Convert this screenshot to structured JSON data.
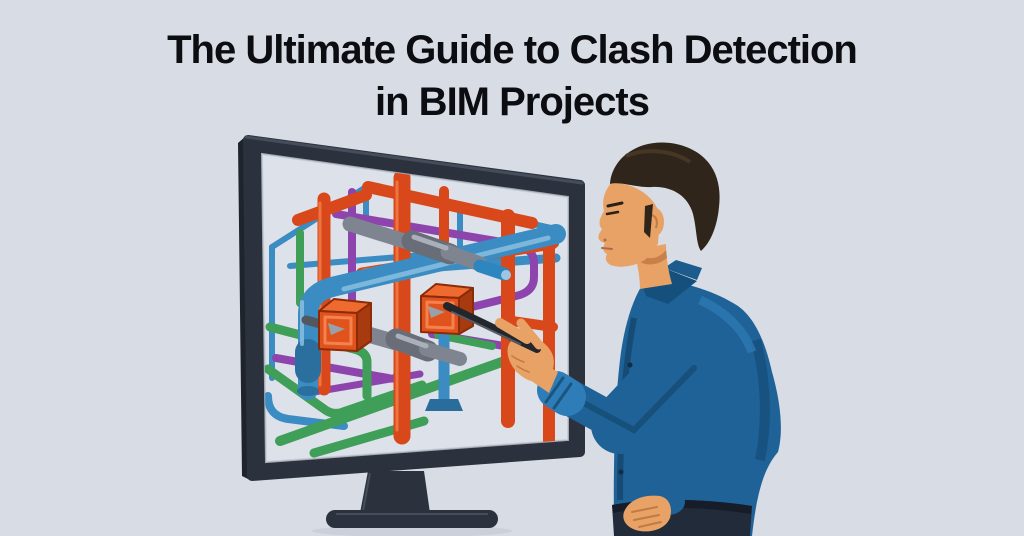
{
  "page": {
    "background_color": "#d8dce4",
    "title_color": "#0c0d11",
    "title_line1": "The Ultimate Guide to Clash Detection",
    "title_line2": "in BIM Projects"
  },
  "illustration": {
    "description": "Engineer pointing a stylus at highlighted clash markers inside a colorful 3D BIM piping model shown on a desktop monitor",
    "monitor": {
      "frame_color": "#2c323d",
      "side_edge_color": "#1f242c",
      "screen_color": "#dde1e9"
    },
    "model": {
      "pipe_colors": {
        "blue": "#3a8cc2",
        "red": "#d8481b",
        "green": "#3f9e57",
        "purple": "#8e44ad",
        "duct_gray": "#7e8490"
      },
      "clash_marker_color": "#e0531d",
      "clash_marker_count": "2"
    },
    "person": {
      "shirt_color": "#1e6298",
      "skin_color": "#e8a265",
      "hair_color": "#30251b",
      "pants_color": "#222b39",
      "stylus_color": "#23262c"
    }
  }
}
